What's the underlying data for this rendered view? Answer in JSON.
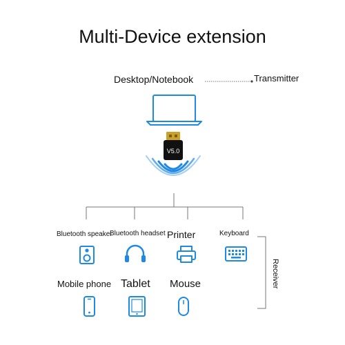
{
  "title": "Multi-Device extension",
  "host": {
    "label": "Desktop/Notebook",
    "role_label": "Transmitter"
  },
  "dongle": {
    "version": "V5.0"
  },
  "receiver_label": "Receiver",
  "devices": [
    {
      "label": "Bluetooth speaker",
      "icon": "speaker-icon"
    },
    {
      "label": "Bluetooth headset",
      "icon": "headphones-icon"
    },
    {
      "label": "Printer",
      "icon": "printer-icon"
    },
    {
      "label": "Keyboard",
      "icon": "keyboard-icon"
    },
    {
      "label": "Mobile phone",
      "icon": "mobile-phone-icon"
    },
    {
      "label": "Tablet",
      "icon": "tablet-icon"
    },
    {
      "label": "Mouse",
      "icon": "mouse-icon"
    }
  ],
  "colors": {
    "icon_blue": "#1e88e5",
    "line": "#777777",
    "dongle": "#111111",
    "connector": "#c9a227"
  }
}
